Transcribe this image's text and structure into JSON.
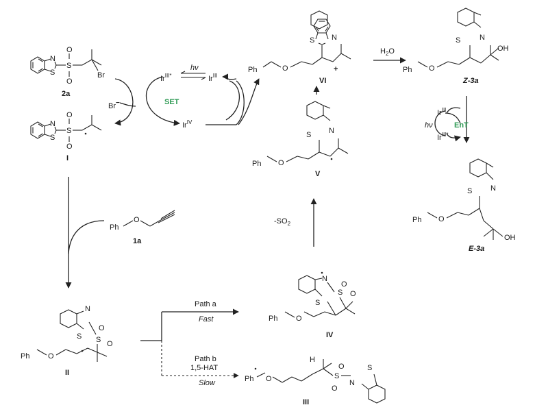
{
  "compounds": {
    "c2a": {
      "label": "2a",
      "atoms": [
        "N",
        "S",
        "S",
        "O",
        "O",
        "Br"
      ]
    },
    "cI": {
      "label": "I",
      "atoms": [
        "N",
        "S",
        "S",
        "O",
        "O"
      ]
    },
    "c1a": {
      "label": "1a",
      "atoms": [
        "Ph",
        "O"
      ]
    },
    "cII": {
      "label": "II",
      "atoms": [
        "N",
        "S",
        "S",
        "O",
        "O",
        "Ph",
        "O"
      ]
    },
    "cIV": {
      "label": "IV",
      "atoms": [
        "N",
        "S",
        "S",
        "O",
        "O",
        "Ph",
        "O"
      ]
    },
    "cIII": {
      "label": "III",
      "atoms": [
        "Ph",
        "O",
        "H",
        "S",
        "O",
        "O",
        "N",
        "S"
      ]
    },
    "cV": {
      "label": "V",
      "atoms": [
        "N",
        "S",
        "Ph",
        "O"
      ]
    },
    "cVI": {
      "label": "VI",
      "atoms": [
        "N",
        "S",
        "Ph",
        "O",
        "+"
      ]
    },
    "cZ3a": {
      "label": "Z-3a",
      "atoms": [
        "N",
        "S",
        "Ph",
        "O",
        "OH"
      ]
    },
    "cE3a": {
      "label": "E-3a",
      "atoms": [
        "N",
        "S",
        "Ph",
        "O",
        "OH"
      ]
    }
  },
  "catalysis": {
    "ir_excited": "Ir",
    "ir_excited_sup": "III*",
    "ir_iii": "Ir",
    "ir_iii_sup": "III",
    "ir_iv": "Ir",
    "ir_iv_sup": "IV",
    "hv": "hν",
    "set": "SET",
    "br_minus": "Br",
    "br_charge": "−"
  },
  "ent_cycle": {
    "ir_top": "Ir",
    "ir_top_sup": "III",
    "ir_bottom": "Ir",
    "ir_bottom_sup": "III*",
    "hv": "hν",
    "label": "EnT"
  },
  "reagents": {
    "water": "H",
    "water_sub": "2",
    "water_end": "O",
    "so2": "-SO",
    "so2_sub": "2"
  },
  "paths": {
    "a_label": "Path a",
    "a_speed": "Fast",
    "b_label": "Path b",
    "b_mech": "1,5-HAT",
    "b_speed": "Slow"
  },
  "colors": {
    "accent": "#2e9a54",
    "ink": "#1a1a1a"
  }
}
